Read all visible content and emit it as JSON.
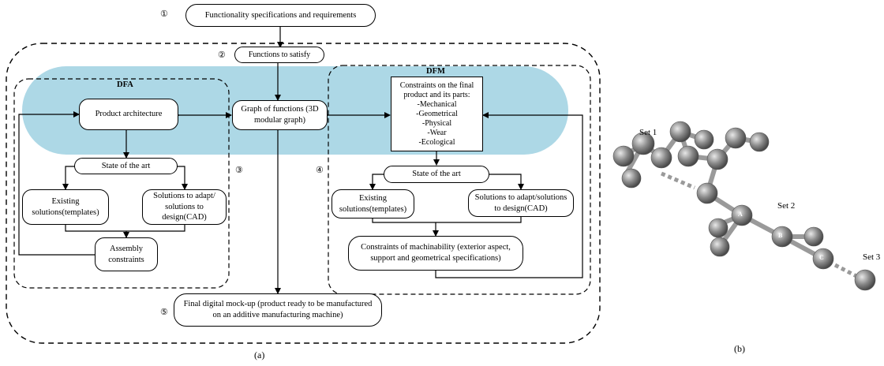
{
  "markers": {
    "m1": "①",
    "m2": "②",
    "m3": "③",
    "m4": "④",
    "m5": "⑤"
  },
  "top_box": "Functionality specifications and requirements",
  "functions_box": "Functions to satisfy",
  "dfa": {
    "title": "DFA",
    "product_architecture": "Product architecture",
    "state_of_art": "State of the art",
    "existing": "Existing\nsolutions(templates)",
    "solutions": "Solutions to adapt/\nsolutions to\ndesign(CAD)",
    "assembly": "Assembly\nconstraints"
  },
  "graph_box": "Graph of functions (3D\nmodular graph)",
  "dfm": {
    "title": "DFM",
    "constraints": "Constraints on the final\nproduct and its parts:\n-Mechanical\n-Geometrical\n-Physical\n-Wear\n-Ecological",
    "state_of_art": "State of the art",
    "existing": "Existing\nsolutions(templates)",
    "solutions": "Solutions to adapt/solutions\nto design(CAD)",
    "machinability": "Constraints of machinability (exterior aspect,\nsupport and geometrical specifications)"
  },
  "final_box": "Final digital mock-up (product ready to be manufactured\non an additive manufacturing machine)",
  "caption_a": "(a)",
  "caption_b": "(b)",
  "molecule": {
    "set1": "Set 1",
    "set2": "Set 2",
    "set3": "Set 3",
    "atom_a": "A",
    "atom_b": "B",
    "atom_c": "C"
  },
  "colors": {
    "band": "#add8e6",
    "atom": "#808080"
  }
}
